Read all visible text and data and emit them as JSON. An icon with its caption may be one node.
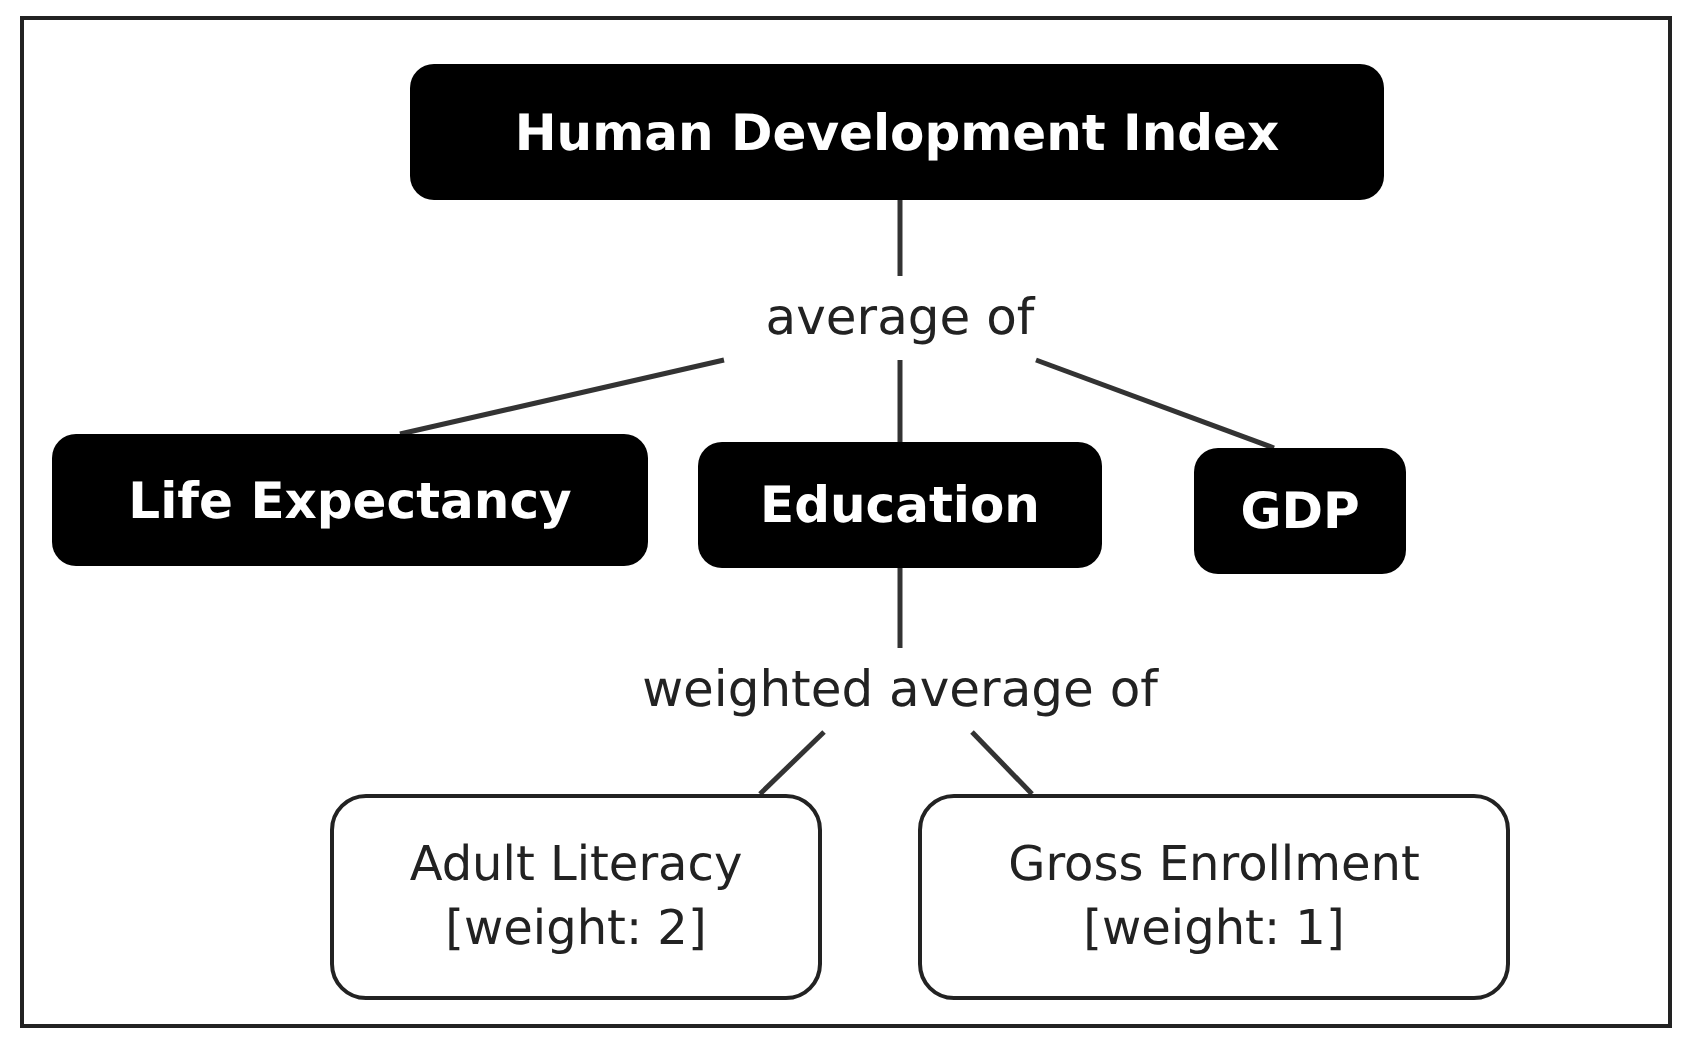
{
  "diagram": {
    "nodes": [
      {
        "text": [
          "Human Development Index"
        ]
      },
      {
        "text": [
          "average of"
        ]
      },
      {
        "text": [
          "Life Expectancy"
        ]
      },
      {
        "text": [
          "Education"
        ]
      },
      {
        "text": [
          "GDP"
        ]
      },
      {
        "text": [
          "weighted average of"
        ]
      },
      {
        "text": [
          "Adult Literacy [weight: 2]"
        ]
      },
      {
        "text": [
          "Gross Enrollment [weight: 1]"
        ]
      }
    ],
    "edges": [
      {
        "from": 0,
        "to": 1,
        "arrow": "none"
      },
      {
        "from": 1,
        "to": 2,
        "arrow": "none"
      },
      {
        "from": 1,
        "to": 3,
        "arrow": "none"
      },
      {
        "from": 1,
        "to": 4,
        "arrow": "none"
      },
      {
        "from": 3,
        "to": 5,
        "arrow": "none"
      },
      {
        "from": 5,
        "to": 6,
        "arrow": "none"
      },
      {
        "from": 5,
        "to": 7,
        "arrow": "none"
      }
    ]
  }
}
